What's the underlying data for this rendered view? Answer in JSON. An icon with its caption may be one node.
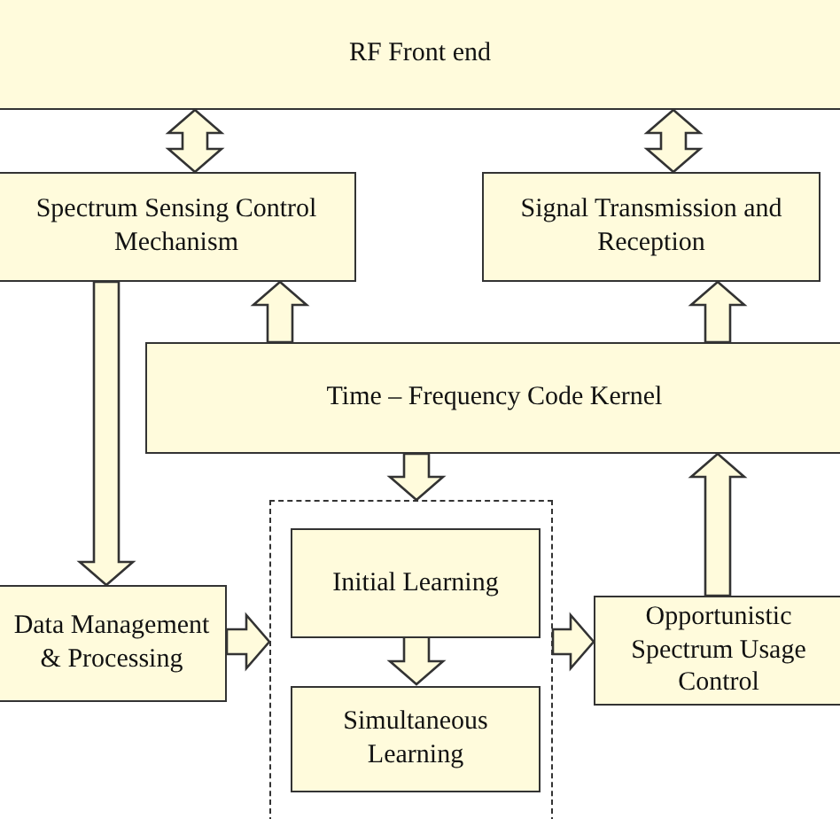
{
  "diagram": {
    "nodes": [
      {
        "text": [
          "RF Front end"
        ]
      },
      {
        "text": [
          "Spectrum Sensing Control Mechanism"
        ]
      },
      {
        "text": [
          "Signal Transmission and Reception"
        ]
      },
      {
        "text": [
          "Time – Frequency Code Kernel"
        ]
      },
      {
        "text": [
          "Data Management & Processing"
        ]
      },
      {
        "text": [],
        "shape": "box"
      },
      {
        "text": [
          "Initial Learning"
        ],
        "in": 5
      },
      {
        "text": [
          "Simultaneous Learning"
        ],
        "in": 5
      },
      {
        "text": [
          "Opportunistic Spectrum Usage Control"
        ]
      }
    ],
    "edges": [
      {
        "from": 0,
        "to": 1,
        "arrow": "both"
      },
      {
        "from": 0,
        "to": 2,
        "arrow": "both"
      },
      {
        "from": 3,
        "to": 1,
        "arrow": "to"
      },
      {
        "from": 3,
        "to": 2,
        "arrow": "to"
      },
      {
        "from": 1,
        "to": 4,
        "arrow": "to"
      },
      {
        "from": 3,
        "to": 5,
        "arrow": "to"
      },
      {
        "from": 6,
        "to": 7,
        "arrow": "to"
      },
      {
        "from": 4,
        "to": 5,
        "arrow": "to"
      },
      {
        "from": 5,
        "to": 8,
        "arrow": "to"
      },
      {
        "from": 8,
        "to": 3,
        "arrow": "to"
      }
    ]
  }
}
